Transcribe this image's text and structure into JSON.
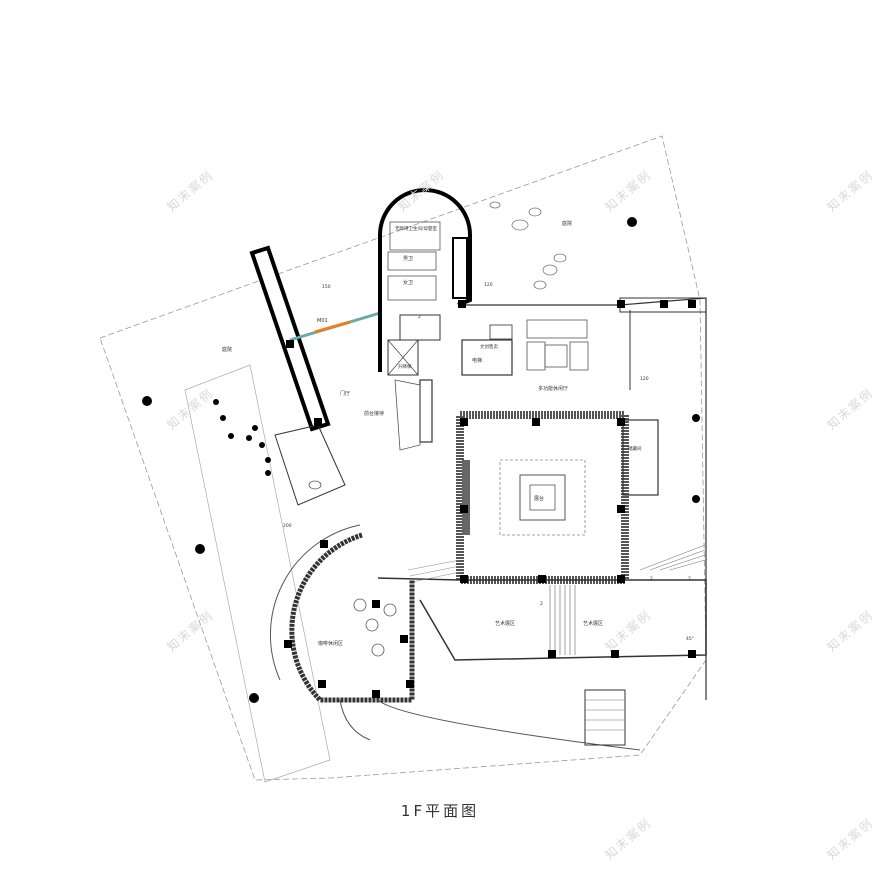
{
  "caption": "1F平面图",
  "watermark": "知末案例",
  "rooms": {
    "courtyard_left": "庭院",
    "courtyard_right": "庭院",
    "entrance": "门厅",
    "reception": "前台接待",
    "wc_top": "无障碍卫生间/母婴室",
    "wc_male": "男卫",
    "wc_female": "女卫",
    "shop": "文创售卖",
    "lobby": "多功能休闲厅",
    "elevator": "电梯",
    "lift_label": "升降梯",
    "center_stage": "展台",
    "storage": "储藏间",
    "exhibit_a": "艺术展区",
    "exhibit_b": "艺术展区",
    "cafe": "咖啡休闲区",
    "door_tag": "M01"
  },
  "dims": {
    "d150": "150",
    "d120": "120",
    "d200": "200",
    "d120b": "120",
    "d2a": "2",
    "d2b": "2",
    "d2c": "2",
    "d2d": "2",
    "d45": "45°"
  }
}
